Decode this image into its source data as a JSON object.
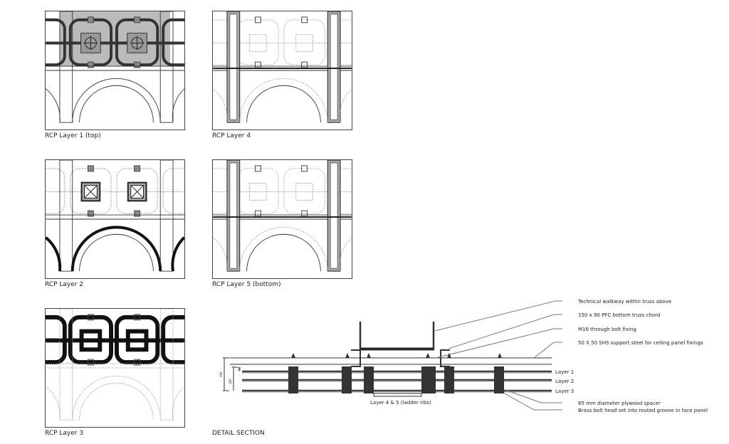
{
  "panels": [
    {
      "caption": "RCP Layer 1 (top)",
      "mode": "l1"
    },
    {
      "caption": "RCP Layer 4",
      "mode": "l4"
    },
    {
      "caption": "RCP Layer 2",
      "mode": "l2"
    },
    {
      "caption": "RCP Layer 5 (bottom)",
      "mode": "l5"
    },
    {
      "caption": "RCP Layer 3",
      "mode": "l3"
    }
  ],
  "detail": {
    "caption": "DETAIL SECTION",
    "callouts": [
      "Technical walkway within truss above",
      "150 x 90 PFC bottom truss chord",
      "M16 through bolt fixing",
      "50 X 50 SHS support steel for ceiling panel fixings",
      "85 mm diameter plywood spacer",
      "Brass bolt head set into routed groove in face panel"
    ],
    "layers": [
      "Layer 1",
      "Layer 2",
      "Layer 3"
    ],
    "ribs_label": "Layer 4 & 5 (ladder ribs)",
    "dims": [
      "390",
      "180",
      "18"
    ]
  }
}
